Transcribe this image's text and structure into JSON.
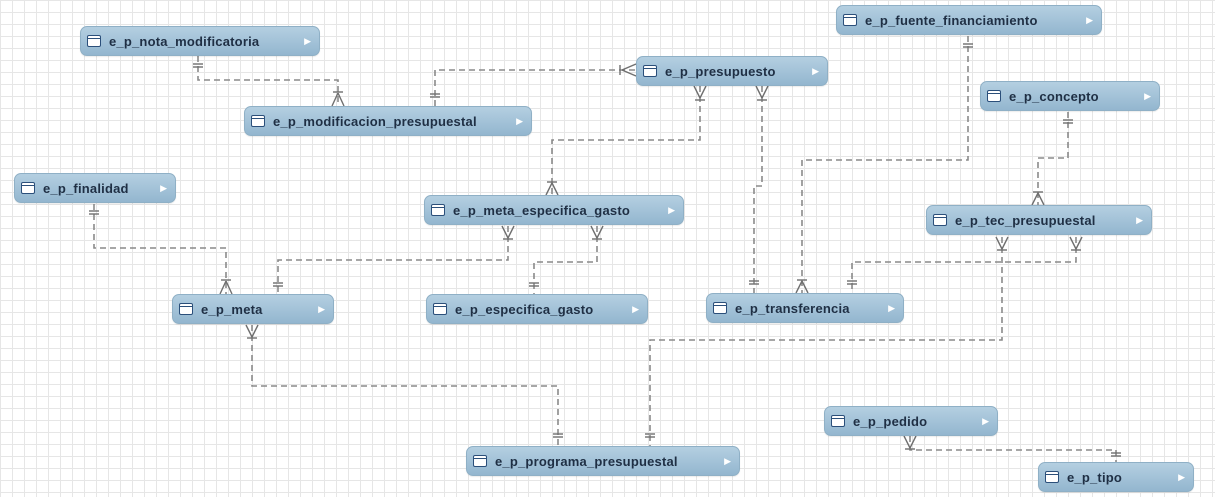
{
  "icons": {
    "table": "table-icon",
    "expand": "expand-arrow-icon"
  },
  "colors": {
    "entity_fill": "#a6c5da",
    "entity_border": "#8fb0c6",
    "text": "#1f2f44",
    "connector": "#8a8a8a"
  },
  "entities": {
    "nota_modificatoria": {
      "label": "e_p_nota_modificatoria",
      "arrow": "▶"
    },
    "modificacion_presupuestal": {
      "label": "e_p_modificacion_presupuestal",
      "arrow": "▶"
    },
    "presupuesto": {
      "label": "e_p_presupuesto",
      "arrow": "▶"
    },
    "fuente_financiamiento": {
      "label": "e_p_fuente_financiamiento",
      "arrow": "▶"
    },
    "concepto": {
      "label": "e_p_concepto",
      "arrow": "▶"
    },
    "finalidad": {
      "label": "e_p_finalidad",
      "arrow": "▶"
    },
    "meta_especifica_gasto": {
      "label": "e_p_meta_especifica_gasto",
      "arrow": "▶"
    },
    "tec_presupuestal": {
      "label": "e_p_tec_presupuestal",
      "arrow": "▶"
    },
    "meta": {
      "label": "e_p_meta",
      "arrow": "▶"
    },
    "especifica_gasto": {
      "label": "e_p_especifica_gasto",
      "arrow": "▶"
    },
    "transferencia": {
      "label": "e_p_transferencia",
      "arrow": "▶"
    },
    "programa_presupuestal": {
      "label": "e_p_programa_presupuestal",
      "arrow": "▶"
    },
    "pedido": {
      "label": "e_p_pedido",
      "arrow": "▶"
    },
    "tipo": {
      "label": "e_p_tipo",
      "arrow": "▶"
    }
  }
}
